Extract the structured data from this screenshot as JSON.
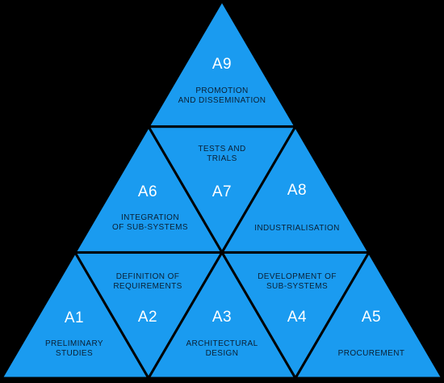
{
  "colors": {
    "tile": "#1a9bf0",
    "stroke": "#000000",
    "background": "#000000",
    "code_text": "#ffffff",
    "desc_text": "#0a1f33"
  },
  "tiles": [
    {
      "id": "A1",
      "code": "A1",
      "lines": [
        "PRELIMINARY",
        "STUDIES"
      ]
    },
    {
      "id": "A2",
      "code": "A2",
      "lines": [
        "DEFINITION OF",
        "REQUIREMENTS"
      ]
    },
    {
      "id": "A3",
      "code": "A3",
      "lines": [
        "ARCHITECTURAL",
        "DESIGN"
      ]
    },
    {
      "id": "A4",
      "code": "A4",
      "lines": [
        "DEVELOPMENT OF",
        "SUB-SYSTEMS"
      ]
    },
    {
      "id": "A5",
      "code": "A5",
      "lines": [
        "PROCUREMENT"
      ]
    },
    {
      "id": "A6",
      "code": "A6",
      "lines": [
        "INTEGRATION",
        "OF SUB-SYSTEMS"
      ]
    },
    {
      "id": "A7",
      "code": "A7",
      "lines": [
        "TESTS AND",
        "TRIALS"
      ]
    },
    {
      "id": "A8",
      "code": "A8",
      "lines": [
        "INDUSTRIALISATION"
      ]
    },
    {
      "id": "A9",
      "code": "A9",
      "lines": [
        "PROMOTION",
        "AND DISSEMINATION"
      ]
    }
  ]
}
